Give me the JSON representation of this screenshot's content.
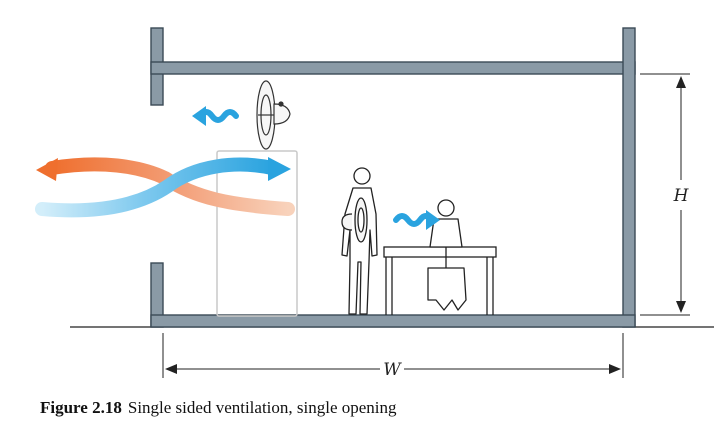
{
  "figure": {
    "number": "Figure 2.18",
    "title": "Single sided ventilation, single opening"
  },
  "dimensions": {
    "height_label": "H",
    "width_label": "W"
  },
  "colors": {
    "wall_fill": "#8a9aa6",
    "wall_stroke": "#3b4a56",
    "warm_air": "#ef6f2e",
    "cool_air": "#2aa3df",
    "line": "#222222"
  },
  "icons": [
    "ceiling-fan-icon",
    "standing-person-icon",
    "seated-person-icon",
    "desk-icon",
    "airflow-arrow-icon"
  ]
}
